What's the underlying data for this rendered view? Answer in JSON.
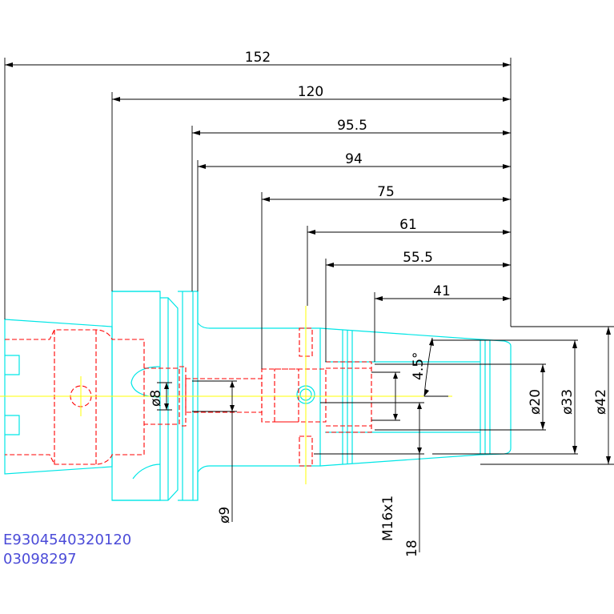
{
  "colors": {
    "dimension": "#000000",
    "outline": "#00e6e6",
    "hidden": "#ff0000",
    "centerline": "#ffff00",
    "code_text": "#4b4bd8"
  },
  "dimensions": {
    "d152": "152",
    "d120": "120",
    "d95_5": "95.5",
    "d94": "94",
    "d75": "75",
    "d61": "61",
    "d55_5": "55.5",
    "d41": "41",
    "angle": "4.5°",
    "dia8": "ø8",
    "dia9": "ø9",
    "dia20": "ø20",
    "dia33": "ø33",
    "dia42": "ø42",
    "thread": "M16x1",
    "d18": "18"
  },
  "codes": {
    "line1": "E9304540320120",
    "line2": "03098297"
  }
}
